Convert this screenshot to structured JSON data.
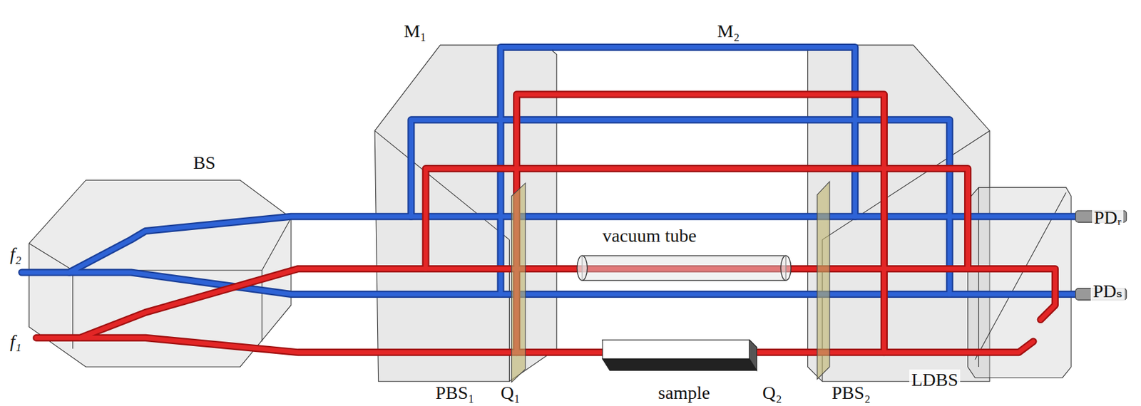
{
  "diagram": {
    "labels": [
      "M₁",
      "M₂",
      "BS",
      "f₂",
      "vacuum tube",
      "PDᵣ",
      "PDₛ",
      "f₁",
      "LDBS",
      "PBS₁",
      "Q₁",
      "sample",
      "Q₂",
      "PBS₂"
    ]
  }
}
